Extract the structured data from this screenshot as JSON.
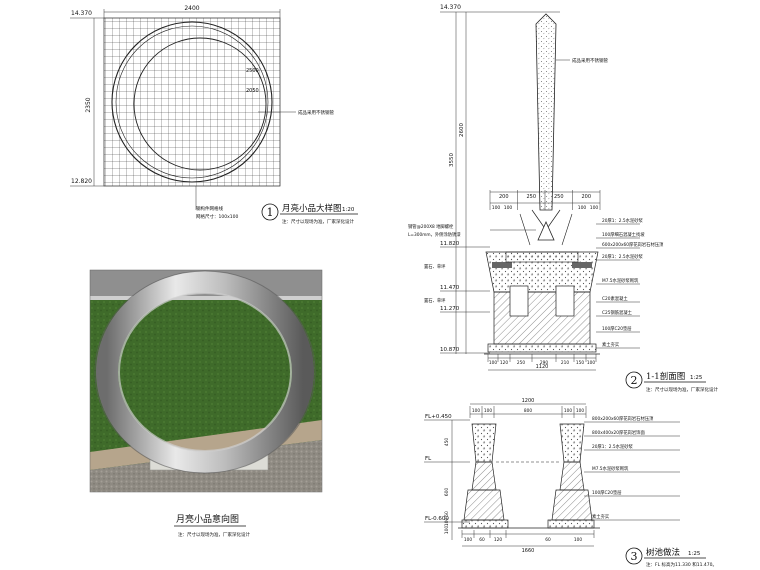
{
  "plan": {
    "elev_top": "14.370",
    "elev_bottom": "12.820",
    "dim_width": "2400",
    "dim_height": "2350",
    "dim_inner_1": "2500",
    "dim_inner_2": "2050",
    "note_right": "成品采用不锈钢管",
    "grid_note_1": "钢构件网格线",
    "grid_note_2": "网格尺寸：100x100",
    "title_num": "1",
    "title": "月亮小品大样图",
    "scale": "1:20",
    "subnote": "注：尺寸以现场为准，厂家深化设计"
  },
  "section": {
    "elev_top": "14.370",
    "elev_mid1": "11.820",
    "elev_mid2": "11.470",
    "elev_mid3": "11.270",
    "elev_bottom": "10.870",
    "dim_total_h": "3550",
    "dim_upper": "2600",
    "top_dims": [
      "200",
      "250",
      "250",
      "200"
    ],
    "top_dims2": [
      "100",
      "100",
      "100",
      "100"
    ],
    "bottom_dims": [
      "100",
      "120",
      "250",
      "290",
      "210",
      "150",
      "100"
    ],
    "bottom_total": "1120",
    "left_notes": [
      "钢管@200X8 地脚螺栓",
      "L=300mm，外侧涂防锈漆",
      "置石、草坪",
      "置石、草坪"
    ],
    "right_notes": [
      "20厚1：2.5水泥砂浆",
      "100厚细石混凝土找坡",
      "600x200x60厚花岗岩石材压顶",
      "20厚1：2.5水泥砂浆",
      "M7.5水泥砂浆砌筑",
      "C20素混凝土",
      "C25钢筋混凝土",
      "100厚C20垫层",
      "素土夯实"
    ],
    "title_num": "2",
    "title": "1-1剖面图",
    "scale": "1:25",
    "subnote": "注：尺寸以现场为准，厂家深化设计"
  },
  "render": {
    "title": "月亮小品意向图",
    "subnote": "注：尺寸以现场为准，厂家深化设计"
  },
  "base": {
    "label_top": "FL+0.450",
    "label_mid": "FL",
    "label_bottom": "FL-0.600",
    "top_dims": [
      "100",
      "100",
      "800",
      "100",
      "100"
    ],
    "top_total": "1200",
    "left_dims": [
      "450",
      "600",
      "50",
      "100",
      "100"
    ],
    "bottom_dims": [
      "100",
      "60",
      "120",
      "60",
      "100"
    ],
    "bottom_total": "1660",
    "right_notes": [
      "800x200x60厚花岗岩石材压顶",
      "800x400x20厚花岗岩饰面",
      "20厚1：2.5水泥砂浆",
      "M7.5水泥砂浆砌筑",
      "100厚C20垫层",
      "素土夯实"
    ],
    "title_num": "3",
    "title": "树池做法",
    "scale": "1:25",
    "subnote": "注：FL 标高为11.330 和11.470。"
  }
}
